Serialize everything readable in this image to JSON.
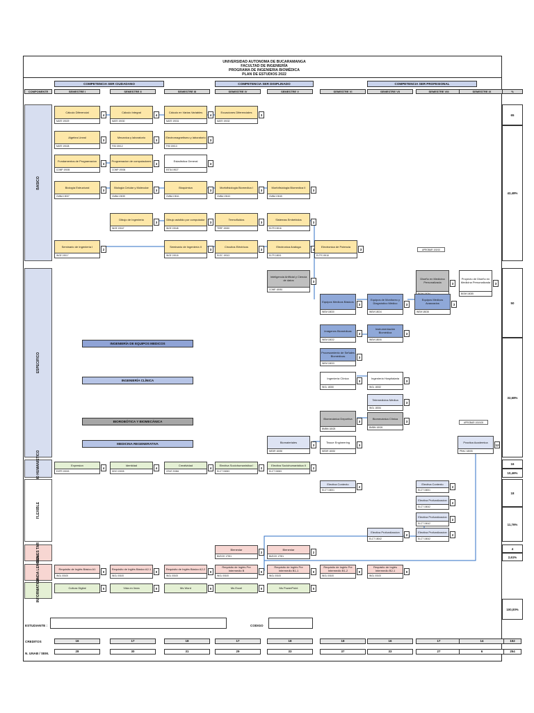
{
  "header": {
    "line1": "UNIVERSIDAD AUTONOMA DE BUCARAMANGA",
    "line2": "FACULTAD DE INGENIERÍA",
    "line3": "PROGRAMA DE INGENIERIA BIOMÉDICA",
    "line4": "PLAN DE ESTUDIOS 2022"
  },
  "competencias": {
    "ciudadano": "COMPETENCIA SER CIUDADANO",
    "disciplinado": "COMPETENCIA SER DISIPLINADO",
    "profesional": "COMPETENCIA SER PROFESIONAL"
  },
  "row_header": {
    "componente": "COMPONENTE",
    "percent": "%",
    "semestres": [
      "SEMESTRE I",
      "SEMESTRE II",
      "SEMESTRE III",
      "SEMESTRE IV",
      "SEMESTRE V",
      "SEMESTRE VI",
      "SEMESTRE VII",
      "SEMESTRE VIII",
      "SEMESTRE IX"
    ]
  },
  "areas": {
    "basico": "BASICO",
    "especifico": "ESPECIFICO",
    "socio": "SOCIO HUMANISTICO",
    "flexible": "FLEXIBLE",
    "bienestar": "BIENES TAR",
    "segunda_lengua": "SEGUNDA LENGUA",
    "informatica": "INFORMATICA"
  },
  "percent_col": {
    "basico_credits": "65",
    "basico_pct": "42,48%",
    "especifico_credits": "50",
    "especifico_pct": "32,68%",
    "socio_credits": "16",
    "socio_pct": "10,46%",
    "flexible_credits": "18",
    "flexible_pct": "11,76%",
    "bienestar_credits": "4",
    "bienestar_pct": "2,61%",
    "total_pct": "100,00%"
  },
  "courses": [
    {
      "name": "Cálculo Diferencial",
      "code": "MATE 19029",
      "cr": "4",
      "c": "y"
    },
    {
      "name": "Cálculo Integral",
      "code": "MATE 19030",
      "cr": "4",
      "c": "y"
    },
    {
      "name": "Cálculo en Varias Variables",
      "code": "MATE 19031",
      "cr": "4",
      "c": "y"
    },
    {
      "name": "Ecuaciones Diferenciales",
      "code": "MATE 19032",
      "cr": "3",
      "c": "y"
    },
    {
      "name": "Algebra Lineal",
      "code": "MATE 19028",
      "cr": "3",
      "c": "y"
    },
    {
      "name": "Mecanica y laboratorio",
      "code": "FISI 19012",
      "cr": "3",
      "c": "y"
    },
    {
      "name": "Electromagnetismo y laboratorio",
      "code": "FISI 19013",
      "cr": "3",
      "c": "y"
    },
    {
      "name": "Fundamentos de Programacion",
      "code": "COMP 19005",
      "cr": "3",
      "c": "y"
    },
    {
      "name": "Programacion de computadores",
      "code": "COMP 19006",
      "cr": "3",
      "c": "y"
    },
    {
      "name": "Estadistica General",
      "code": "ESTA 19027",
      "cr": "3",
      "c": "wh"
    },
    {
      "name": "Biología Estructural",
      "code": "CMBA 19037",
      "cr": "3",
      "c": "y"
    },
    {
      "name": "Biologia Celular y Molecular",
      "code": "CMBA 19039",
      "cr": "3",
      "c": "y"
    },
    {
      "name": "Bioquimica",
      "code": "CMBA 19041",
      "cr": "3",
      "c": "y"
    },
    {
      "name": "Morfofisiologia Biomedica I",
      "code": "CMBA 19043",
      "cr": "3",
      "c": "y"
    },
    {
      "name": "Morfofisiologia Biomedica II",
      "code": "CMBA 19045",
      "cr": "3",
      "c": "y"
    },
    {
      "name": "Dibujo de Ingenieria",
      "code": "INGE 19047",
      "cr": "3",
      "c": "y"
    },
    {
      "name": "Dibujo asistido por computador",
      "code": "INGE 19048",
      "cr": "3",
      "c": "y"
    },
    {
      "name": "Termofluidos",
      "code": "TERF 19020",
      "cr": "3",
      "c": "y"
    },
    {
      "name": "Sistemas Embebidos",
      "code": "ELTR 19016",
      "cr": "3",
      "c": "y"
    },
    {
      "name": "Seminario de Ingeniería I",
      "code": "INGE 19017",
      "cr": "2",
      "c": "y"
    },
    {
      "name": "Seminario de Ingeniería II",
      "code": "INGE 19018",
      "cr": "3",
      "c": "y"
    },
    {
      "name": "Circuitos Eléctricos",
      "code": "ELEC 19013",
      "cr": "3",
      "c": "y"
    },
    {
      "name": "Electronica Análoga",
      "code": "ELTR 18001",
      "cr": "3",
      "c": "y"
    },
    {
      "name": "Electronica de Potencia",
      "code": "ELTR 19018",
      "cr": "3",
      "c": "y"
    },
    {
      "name": "Inteligencia Artificial y Ciencia de datos",
      "code": "COMP 18081",
      "cr": "3",
      "c": "g"
    },
    {
      "name": "Diseño en Medicina Personalizada",
      "code": "BIOM 18034",
      "cr": "3",
      "c": "g"
    },
    {
      "name": "Proyecto de Diseño en Medicina Personalizada",
      "code": "BIOM 18035",
      "cr": "3",
      "c": "wh"
    },
    {
      "name": "Equipos Medicos Básicos",
      "code": "INEM 18030",
      "cr": "3",
      "c": "b"
    },
    {
      "name": "Equipos de Monitoreo y Diagnóstico Médico",
      "code": "INEM 18034",
      "cr": "3",
      "c": "b"
    },
    {
      "name": "Equipos Medicos Avanzados",
      "code": "INEM 18038",
      "cr": "3",
      "c": "b"
    },
    {
      "name": "Imágenes Biomédicas",
      "code": "INEM 18032",
      "cr": "3",
      "c": "b"
    },
    {
      "name": "Instrumentación Biomédica",
      "code": "INEM 18006",
      "cr": "3",
      "c": "b"
    },
    {
      "name": "Procesamiento de Señales Biomédicas",
      "code": "INEM 18033",
      "cr": "3",
      "c": "b"
    },
    {
      "name": "Ingeniería Clínica",
      "code": "INGL 18030",
      "cr": "3",
      "c": "wh"
    },
    {
      "name": "Ingeniería Hospitalaria",
      "code": "INGL 18032",
      "cr": "3",
      "c": "wh"
    },
    {
      "name": "Telemedicina Médica",
      "code": "INGL 18034",
      "cr": "3",
      "c": "lv"
    },
    {
      "name": "Biomecánica Deportiva",
      "code": "BMBM 18025",
      "cr": "3",
      "c": "g"
    },
    {
      "name": "Biomecánica Clínica",
      "code": "BMBM 18026",
      "cr": "3",
      "c": "g"
    },
    {
      "name": "Biomateriales",
      "code": "MEDR 18030",
      "cr": "3",
      "c": "lv"
    },
    {
      "name": "Tissue Engineering",
      "code": "MEDR 18032",
      "cr": "3",
      "c": "wh"
    },
    {
      "name": "Practica Academica",
      "code": "PRAC 18005",
      "cr": "12",
      "c": "lv"
    },
    {
      "name": "Expresion",
      "code": "EXPR 19003",
      "cr": "4",
      "c": "gr"
    },
    {
      "name": "Identidad",
      "code": "IDSO 19005",
      "cr": "4",
      "c": "gr"
    },
    {
      "name": "Creatividad",
      "code": "CRAT 20084",
      "cr": "4",
      "c": "gr"
    },
    {
      "name": "Electiva Sociohumanistica I",
      "code": "ELCT 00083",
      "cr": "2",
      "c": "gr"
    },
    {
      "name": "Electiva Sociohumanistica II",
      "code": "ELCT 00083",
      "cr": "2",
      "c": "gr"
    },
    {
      "name": "Electiva Contexto",
      "code": "ELCT 15001",
      "cr": "2",
      "c": "lv"
    },
    {
      "name": "Electiva Contexto",
      "code": "ELCT 15001",
      "cr": "2",
      "c": "lv"
    },
    {
      "name": "Electiva Profundizacion",
      "code": "ELCT 15042",
      "cr": "2",
      "c": "lv"
    },
    {
      "name": "Electiva Profundizacion",
      "code": "ELCT 15042",
      "cr": "2",
      "c": "lv"
    },
    {
      "name": "Electiva Profundizacion",
      "code": "ELCT 15042",
      "cr": "2",
      "c": "lv"
    },
    {
      "name": "Electiva Profundizacion",
      "code": "ELCT 15042",
      "cr": "2",
      "c": "lv"
    },
    {
      "name": "Bienestar",
      "code": "BUDCH 17001",
      "cr": "2",
      "c": "pk"
    },
    {
      "name": "Bienestar",
      "code": "BUDCH 17001",
      "cr": "2",
      "c": "pk"
    },
    {
      "name": "Requisito de Inglés Básico A1",
      "code": "INGL 00100",
      "cr": "0",
      "c": "pk"
    },
    {
      "name": "Requisito de Inglés Básico A2-1",
      "code": "INGL 00100",
      "cr": "0",
      "c": "pk"
    },
    {
      "name": "Requisito de Inglés Básico A2-2",
      "code": "INGL 00100",
      "cr": "0",
      "c": "pk"
    },
    {
      "name": "Requisito de Inglés Pre Intermedio B",
      "code": "INGL 00100",
      "cr": "0",
      "c": "pk"
    },
    {
      "name": "Requisito de Inglés Pre Intermedio B1-1",
      "code": "INGL 00100",
      "cr": "0",
      "c": "pk"
    },
    {
      "name": "Requisito de Inglés Pre Intermedio B1-2",
      "code": "INGL 00100",
      "cr": "0",
      "c": "pk"
    },
    {
      "name": "Requisito de Inglés Intermedio B2-1",
      "code": "INGL 00100",
      "cr": "0",
      "c": "pk"
    },
    {
      "name": "Cultura Digital",
      "code": "",
      "cr": "0",
      "c": "gr"
    },
    {
      "name": "Vida en línea",
      "code": "",
      "cr": "0",
      "c": "gr"
    },
    {
      "name": "Ms Word",
      "code": "",
      "cr": "0",
      "c": "gr"
    },
    {
      "name": "Ms Excel",
      "code": "",
      "cr": "0",
      "c": "gr"
    },
    {
      "name": "Ms PowerPoint",
      "code": "",
      "cr": "0",
      "c": "gr"
    }
  ],
  "bands": {
    "equipos": "INGENIERÍA DE EQUIPOS MEDICOS",
    "clinica": "INGENIERÍA CLÍNICA",
    "biorobotica": "BIOROBÓTICA Y BIOMECÁNICA",
    "regenerativa": "MEDICINA REGENERATIVA"
  },
  "notes": {
    "aprobar1": "APROBAR 100/10",
    "aprobar2": "APROBAR 100/105"
  },
  "form": {
    "estudiante": "ESTUDIANTE :",
    "codigo": "CODIGO"
  },
  "totals": {
    "creditos_label": "CREDITOS",
    "creditos": [
      "16",
      "17",
      "18",
      "17",
      "18",
      "18",
      "16",
      "17",
      "14"
    ],
    "creditos_total": "152",
    "unab_label": "N. UNAB / SEM.",
    "unab": [
      "28",
      "30",
      "31",
      "29",
      "33",
      "37",
      "33",
      "27",
      "6"
    ],
    "unab_total": "254"
  }
}
